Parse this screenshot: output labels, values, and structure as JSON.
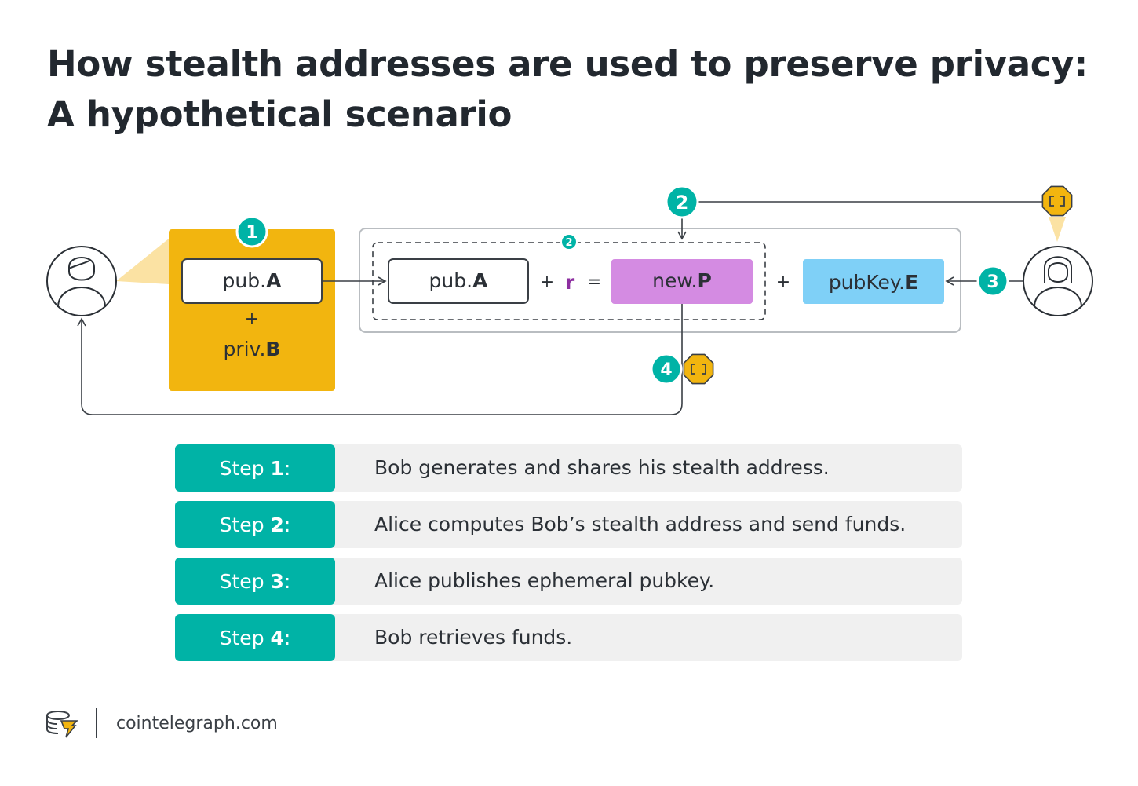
{
  "title": {
    "line1": "How stealth addresses are used to preserve privacy:",
    "line2": "A hypothetical scenario"
  },
  "diagram": {
    "badges": {
      "step1": "1",
      "step2": "2",
      "step2_small": "2",
      "step3": "3",
      "step4": "4"
    },
    "bob_box": {
      "pub_prefix": "pub.",
      "pub_suffix": "A",
      "plus": "+",
      "priv_prefix": "priv.",
      "priv_suffix": "B"
    },
    "equation": {
      "pub_prefix": "pub.",
      "pub_suffix": "A",
      "plus1": "+",
      "r": "r",
      "equals": "=",
      "new_prefix": "new.",
      "new_suffix": "P",
      "plus2": "+",
      "pubkey_prefix": "pubKey.",
      "pubkey_suffix": "E"
    },
    "icons": [
      "user-bob-icon",
      "user-alice-icon",
      "blockchain-coin-icon"
    ],
    "colors": {
      "teal": "#00b3a6",
      "gold": "#f2b50f",
      "purple": "#d48be2",
      "blue": "#7fd0f7",
      "r_purple": "#8d2fa0"
    }
  },
  "steps": [
    {
      "prefix": "Step ",
      "num": "1",
      "suffix": ":",
      "text": "Bob generates and shares his stealth address."
    },
    {
      "prefix": "Step ",
      "num": "2",
      "suffix": ":",
      "text": "Alice computes Bob’s stealth address and send funds."
    },
    {
      "prefix": "Step ",
      "num": "3",
      "suffix": ":",
      "text": "Alice publishes ephemeral pubkey."
    },
    {
      "prefix": "Step ",
      "num": "4",
      "suffix": ":",
      "text": "Bob retrieves funds."
    }
  ],
  "footer": {
    "brand": "cointelegraph.com"
  }
}
